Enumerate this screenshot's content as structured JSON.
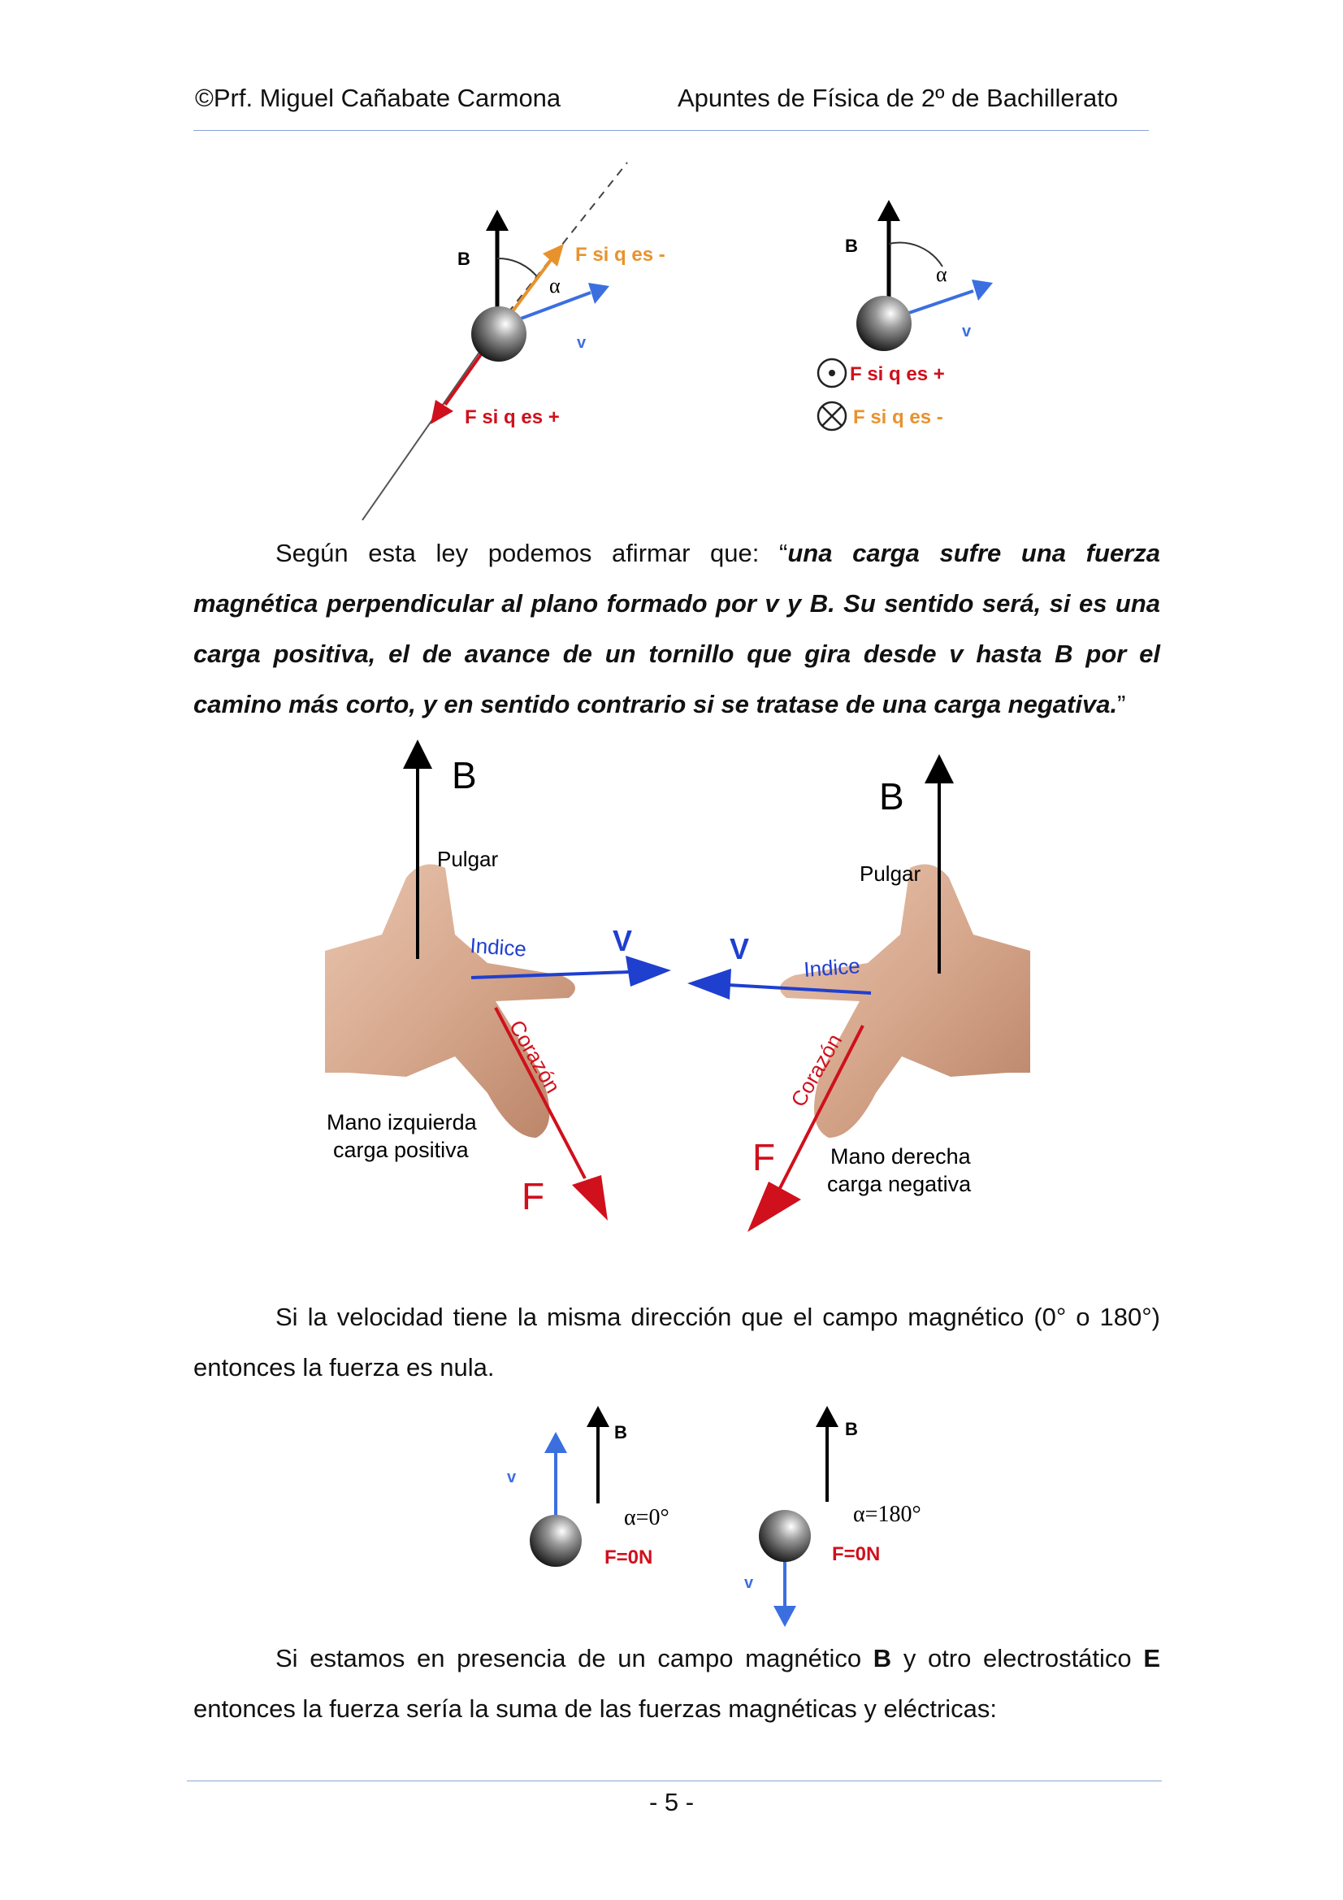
{
  "header": {
    "author": "©Prf. Miguel Cañabate Carmona",
    "course": "Apuntes de Física de 2º de Bachillerato"
  },
  "fig1": {
    "left": {
      "b": "B",
      "alpha": "α",
      "v": "v",
      "f_neg": "F si q es -",
      "f_pos": "F si q es +"
    },
    "right": {
      "b": "B",
      "alpha": "α",
      "v": "v",
      "f_pos": "F si q es +",
      "f_neg": "F si q es -"
    }
  },
  "para1": {
    "intro": "Según esta ley podemos afirmar que: “",
    "emph": "una carga sufre una fuerza magnética perpendicular al plano formado por v y B. Su sentido será, si es una carga positiva, el de avance de un tornillo que gira desde v hasta B por el camino más corto, y en sentido contrario si se tratase de una carga negativa.",
    "outro": "”"
  },
  "fig2": {
    "left": {
      "b": "B",
      "thumb": "Pulgar",
      "index": "Indice",
      "v": "V",
      "middle": "Corazón",
      "f": "F",
      "caption1": "Mano izquierda",
      "caption2": "carga positiva"
    },
    "right": {
      "b": "B",
      "thumb": "Pulgar",
      "index": "Indice",
      "v": "V",
      "middle": "Corazón",
      "f": "F",
      "caption1": "Mano derecha",
      "caption2": "carga negativa"
    }
  },
  "para2": {
    "text": "Si la velocidad tiene la misma dirección que el campo magnético (0° o 180°) entonces la fuerza es nula."
  },
  "fig3": {
    "left": {
      "v": "v",
      "b": "B",
      "alpha": "α=0°",
      "force": "F=0N"
    },
    "right": {
      "v": "v",
      "b": "B",
      "alpha": "α=180°",
      "force": "F=0N"
    }
  },
  "para3": {
    "t1": "Si estamos en presencia de un campo magnético ",
    "b": "B",
    "t2": " y otro electrostático ",
    "e": "E",
    "t3": " entonces la fuerza sería la suma de las fuerzas magnéticas y eléctricas:"
  },
  "footer": {
    "page": "- 5 -"
  },
  "colors": {
    "blue": "#3b6fe0",
    "red": "#d0101c",
    "orange": "#e8922e",
    "rule": "#8aa4d6"
  }
}
